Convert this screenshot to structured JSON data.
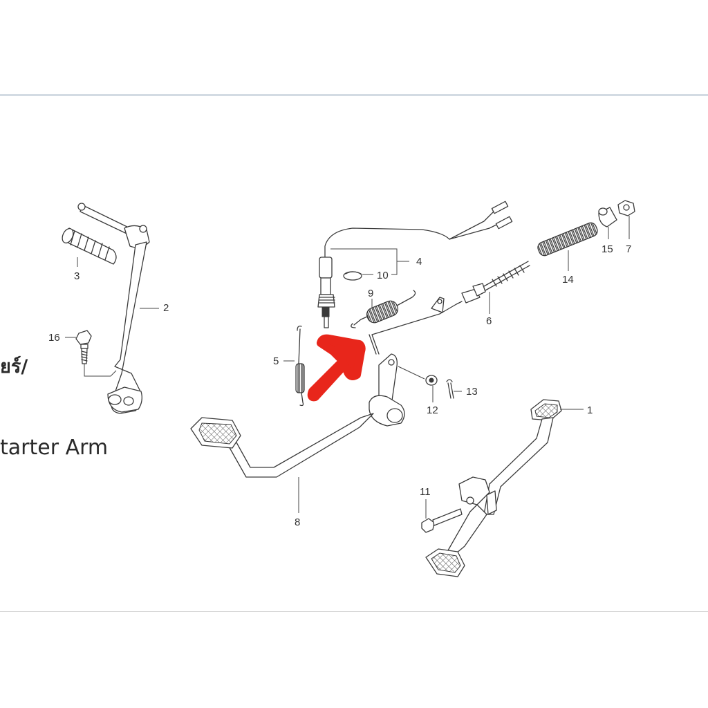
{
  "side_text": {
    "thai_fragment": "ยร์/",
    "english_fragment": "tarter Arm"
  },
  "callouts": {
    "c1": "1",
    "c2": "2",
    "c3": "3",
    "c4": "4",
    "c5": "5",
    "c6": "6",
    "c7": "7",
    "c8": "8",
    "c9": "9",
    "c10": "10",
    "c11": "11",
    "c12": "12",
    "c13": "13",
    "c14": "14",
    "c15": "15",
    "c16": "16"
  },
  "colors": {
    "arrow": "#e8261b",
    "rule": "#d3dbe3",
    "line_art": "#3a3a3a"
  }
}
